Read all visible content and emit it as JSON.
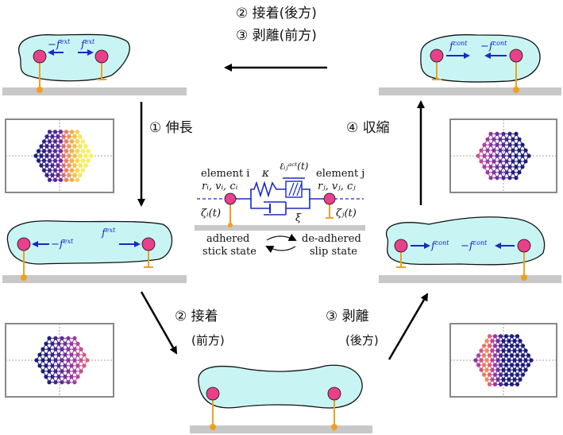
{
  "steps": {
    "top_line1": "② 接着(後方)",
    "top_line2": "③ 剥離(前方)",
    "extend": "① 伸長",
    "contract": "④ 収縮",
    "adhere_front": "② 接着",
    "adhere_front_sub": "(前方)",
    "detach_back": "③ 剥離",
    "detach_back_sub": "(後方)"
  },
  "forces": {
    "ext_neg": "−f",
    "ext_pos": "f",
    "ext_sup": "ext",
    "cont_pos": "f",
    "cont_neg": "−f",
    "cont_sup": "cont"
  },
  "model": {
    "element_i": "element i",
    "vars_i": "rᵢ, vᵢ, cᵢ",
    "element_j": "element j",
    "vars_j": "rⱼ, vⱼ, cⱼ",
    "kappa": "κ",
    "xi": "ξ",
    "l_act": "ℓᵢⱼᵃᶜᵗ(t)",
    "zeta_i": "ζᵢ(t)",
    "zeta_j": "ζⱼ(t)",
    "adhered": "adhered",
    "stick": "stick state",
    "deadhered": "de-adhered",
    "slip": "slip state"
  },
  "colors": {
    "cell_fill": "#c8f5f3",
    "node_fill": "#e8408a",
    "anchor_color": "#f0a020",
    "ground_color": "#c8c8c8",
    "force_color": "#1a28c8"
  }
}
